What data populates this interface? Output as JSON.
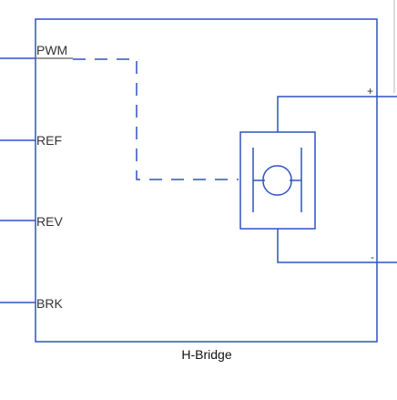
{
  "block": {
    "name": "H-Bridge",
    "border_color": "#2f52c0",
    "text_color": "#333333"
  },
  "ports": {
    "left": [
      "PWM",
      "REF",
      "REV",
      "BRK"
    ],
    "right_positive": "+",
    "right_negative": "-"
  },
  "icons": {
    "motor": "dc-motor-icon"
  }
}
